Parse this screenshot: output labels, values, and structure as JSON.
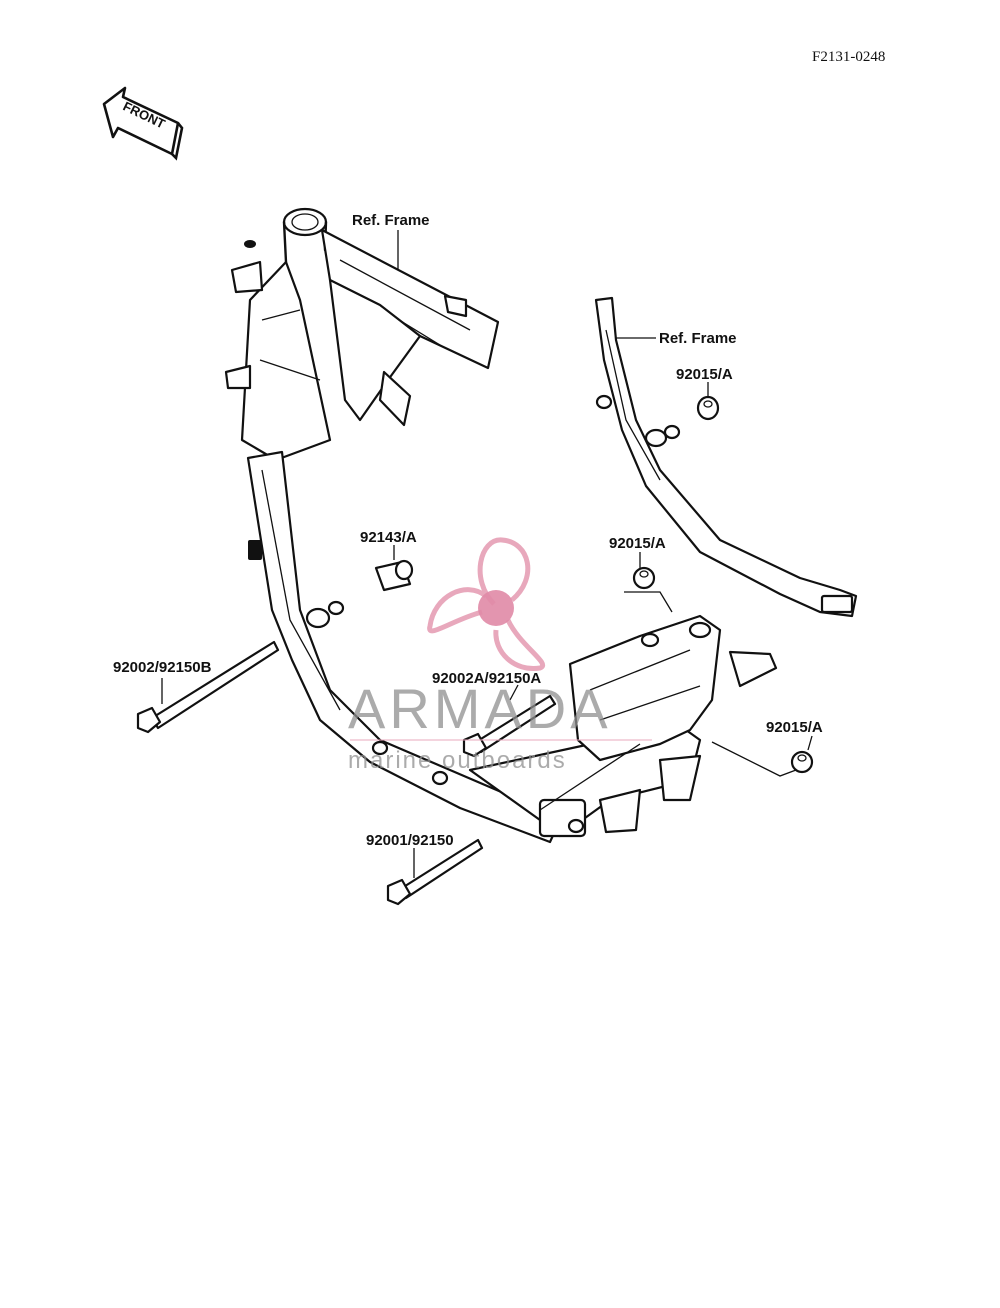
{
  "diagram": {
    "code": "F2131-0248",
    "front_arrow": {
      "label": "FRONT",
      "icon": "front-arrow-icon"
    },
    "labels": {
      "ref_frame_1": "Ref. Frame",
      "ref_frame_2": "Ref. Frame",
      "part_92015_a_top": "92015/A",
      "part_92143_a": "92143/A",
      "part_92015_a_mid": "92015/A",
      "part_92002_92150b": "92002/92150B",
      "part_92002a_92150a": "92002A/92150A",
      "part_92015_a_right": "92015/A",
      "part_92001_92150": "92001/92150"
    }
  },
  "watermark": {
    "brand": "ARMADA",
    "tagline": "marine outboards",
    "logo": "propeller-icon",
    "colors": {
      "propeller": "#e8a8bc",
      "hub": "#e08aa6",
      "text": "#8f8f8f"
    }
  }
}
